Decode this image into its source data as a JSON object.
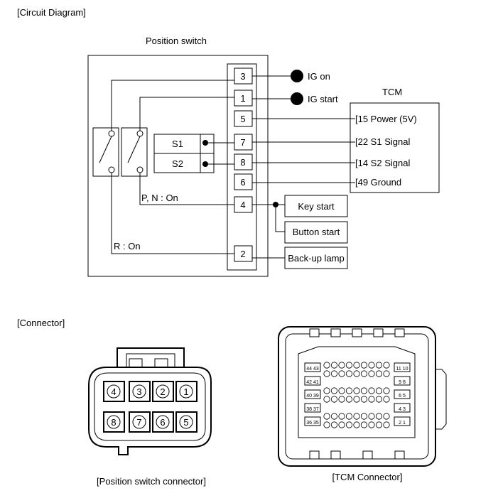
{
  "headings": {
    "circuit": "[Circuit Diagram]",
    "connector": "[Connector]"
  },
  "position_switch": {
    "title": "Position switch",
    "pins": [
      "3",
      "1",
      "5",
      "7",
      "8",
      "6",
      "4",
      "2"
    ],
    "switch_labels": [
      "S1",
      "S2"
    ],
    "notes": {
      "pn_on": "P, N : On",
      "r_on": "R : On"
    }
  },
  "ig_labels": [
    "IG on",
    "IG start"
  ],
  "tcm": {
    "title": "TCM",
    "pins": [
      "[15 Power (5V)",
      "[22 S1 Signal",
      "[14 S2 Signal",
      "[49 Ground"
    ]
  },
  "outputs": [
    "Key start",
    "Button start",
    "Back-up lamp"
  ],
  "position_connector": {
    "pins_top": [
      "4",
      "3",
      "2",
      "1"
    ],
    "pins_bottom": [
      "8",
      "7",
      "6",
      "5"
    ],
    "caption": "[Position switch connector]"
  },
  "tcm_connector": {
    "left_pins": [
      "44 43",
      "42 41",
      "40 39",
      "38 37",
      "36 35"
    ],
    "right_pins": [
      "11 10",
      "9 8",
      "6 5",
      "4 3",
      "2 1"
    ],
    "caption": "[TCM Connector]"
  }
}
